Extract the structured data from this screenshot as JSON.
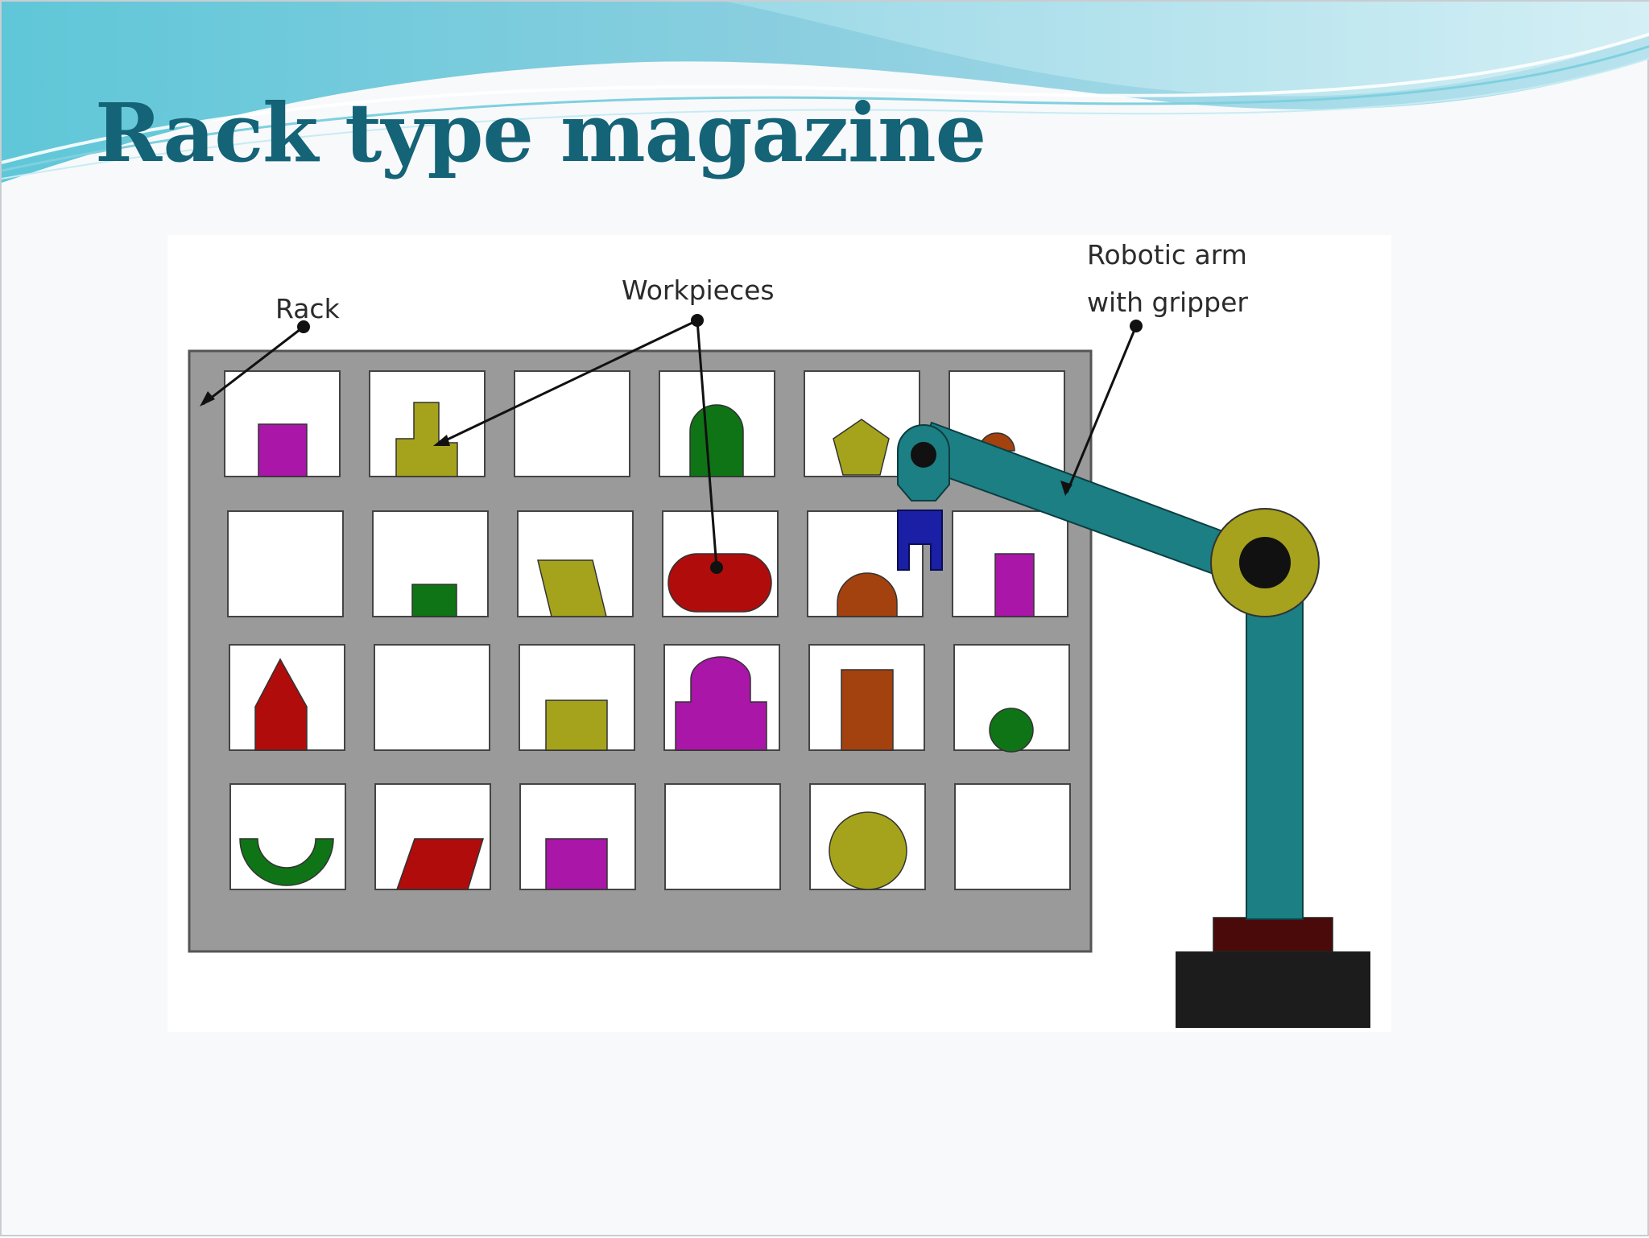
{
  "slide": {
    "title": "Rack type magazine"
  },
  "diagram": {
    "labels": {
      "rack": "Rack",
      "workpieces": "Workpieces",
      "robot_line1": "Robotic arm",
      "robot_line2": "with gripper"
    },
    "colors": {
      "title": "#146377",
      "rack": "#9a9a9a",
      "magenta": "#a916a8",
      "olive": "#a5a31b",
      "green": "#0f7416",
      "red": "#b00c0c",
      "brown": "#a3410f",
      "arm": "#1b7f84",
      "joint": "#a6a21d",
      "gripper": "#1a1fa6",
      "base": "#1c1c1c"
    },
    "rack": {
      "rows": 4,
      "columns": 6,
      "workpieces": [
        "magenta rectangle",
        "olive stepped block",
        "empty",
        "green arch",
        "olive pentagon",
        "brown half-disc",
        "empty",
        "green rectangle",
        "olive parallelogram",
        "red rounded bar",
        "brown half-disc",
        "magenta rectangle",
        "red house shape",
        "empty",
        "olive rectangle",
        "magenta domed block",
        "brown rectangle",
        "green circle",
        "green U-shape",
        "red parallelogram",
        "magenta rectangle",
        "empty",
        "olive circle",
        "empty"
      ]
    }
  }
}
